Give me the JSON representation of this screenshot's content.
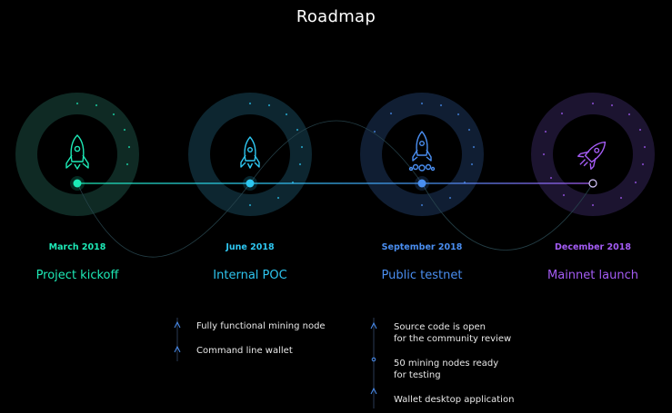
{
  "page": {
    "title": "Roadmap"
  },
  "milestones": [
    {
      "date": "March 2018",
      "label": "Project kickoff",
      "color": "#1de9b6",
      "icon": "rocket-icon"
    },
    {
      "date": "June 2018",
      "label": "Internal POC",
      "color": "#2ec6f0",
      "icon": "rocket-icon"
    },
    {
      "date": "September 2018",
      "label": "Public testnet",
      "color": "#4a8ef0",
      "icon": "rocket-launch-icon"
    },
    {
      "date": "December 2018",
      "label": "Mainnet launch",
      "color": "#a45cf5",
      "icon": "rocket-flying-icon"
    }
  ],
  "details": {
    "left": [
      {
        "text": "Fully functional mining node"
      },
      {
        "text": "Command line wallet"
      }
    ],
    "right": [
      {
        "text": "Source code is open\nfor the community review"
      },
      {
        "text": "50 mining nodes ready\nfor testing"
      },
      {
        "text": "Wallet desktop application"
      }
    ]
  }
}
